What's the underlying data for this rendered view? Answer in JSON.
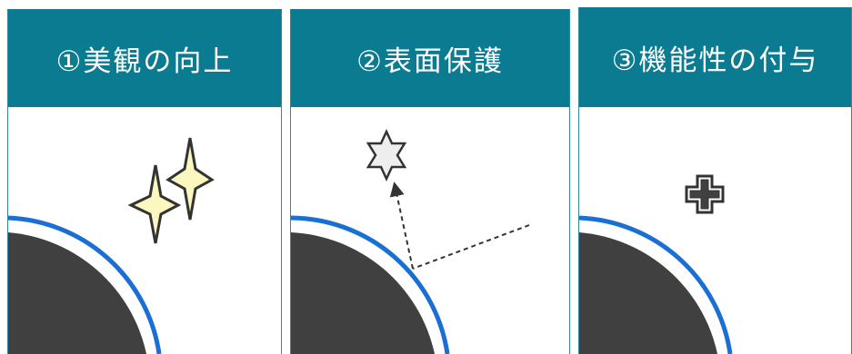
{
  "panels": [
    {
      "title": "①美観の向上",
      "icon": "sparkle-icon"
    },
    {
      "title": "②表面保護",
      "icon": "hexagram-star-icon"
    },
    {
      "title": "③機能性の付与",
      "icon": "plus-icon"
    }
  ],
  "colors": {
    "header_bg": "#0b7b91",
    "header_text": "#ffffff",
    "panel_border": "#2b8aa0",
    "substrate": "#404040",
    "coating": "#1a6fd4",
    "sparkle_fill": "#fbf7bf",
    "star_fill": "#eeeeee"
  }
}
